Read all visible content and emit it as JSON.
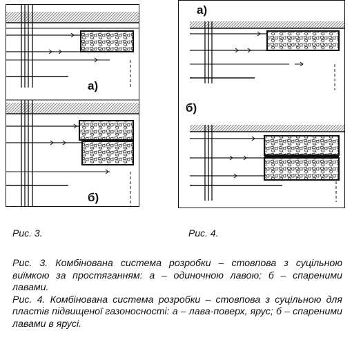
{
  "figure3": {
    "label_a": "а)",
    "label_b": "б)",
    "caption": "Рис. 3."
  },
  "figure4": {
    "label_a": "а)",
    "label_b": "б)",
    "caption": "Рис. 4."
  },
  "description": {
    "fig3_text": "Рис. 3. Комбінована система розробки – стовпова з суцільною виїмкою за простяганням: а – одиночною лавою; б – спареними лавами.",
    "fig4_text": "Рис. 4. Комбінована система розробки  – стовпова з суцільною для пластів підвищеної газоносності: а – лава-поверх, ярус; б – спареними лавами в ярусі."
  }
}
